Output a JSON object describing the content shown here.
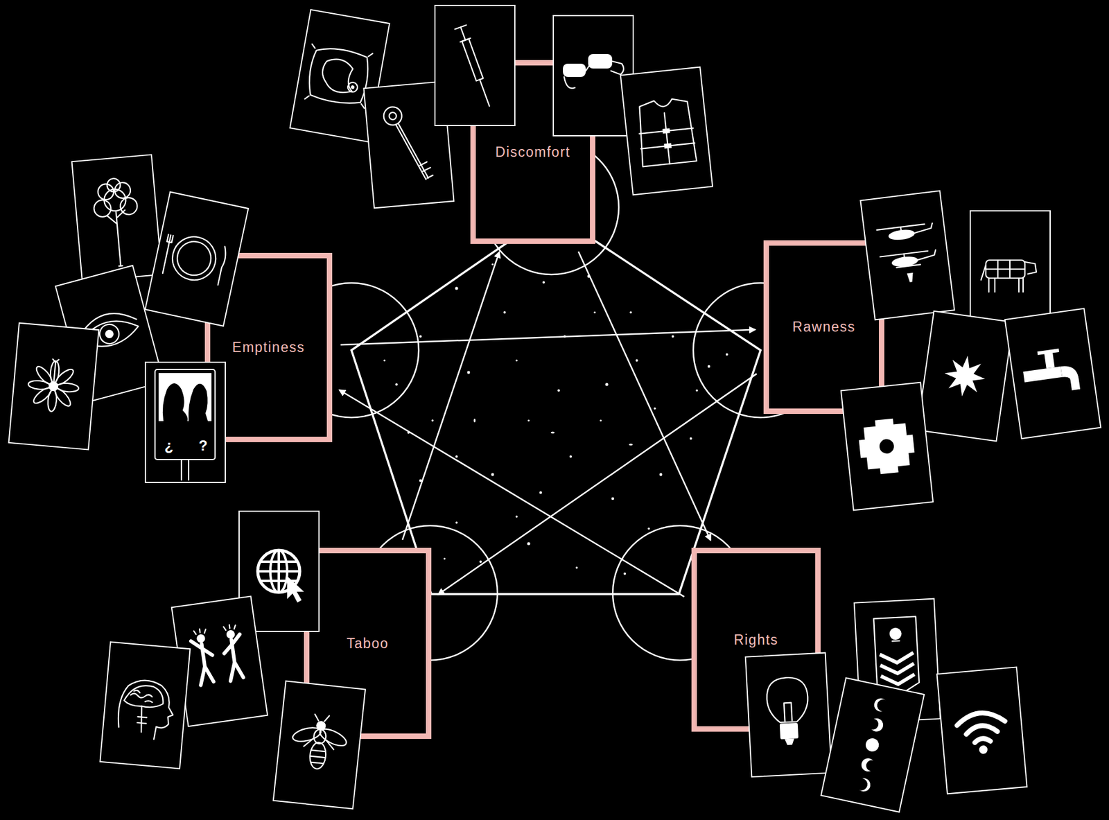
{
  "diagram": {
    "nodes": [
      {
        "text": [
          "Discomfort"
        ]
      },
      {
        "text": [
          "Emptiness"
        ]
      },
      {
        "text": [
          "Rawness"
        ]
      },
      {
        "text": [
          "Taboo"
        ]
      },
      {
        "text": [
          "Rights"
        ]
      }
    ],
    "edges": [
      {
        "from": 1,
        "to": 2,
        "arrow": "to"
      },
      {
        "from": 2,
        "to": 3,
        "arrow": "to"
      },
      {
        "from": 3,
        "to": 0,
        "arrow": "to"
      },
      {
        "from": 0,
        "to": 4,
        "arrow": "to"
      },
      {
        "from": 4,
        "to": 1,
        "arrow": "to"
      }
    ],
    "labels": [
      "¿",
      "?"
    ]
  }
}
